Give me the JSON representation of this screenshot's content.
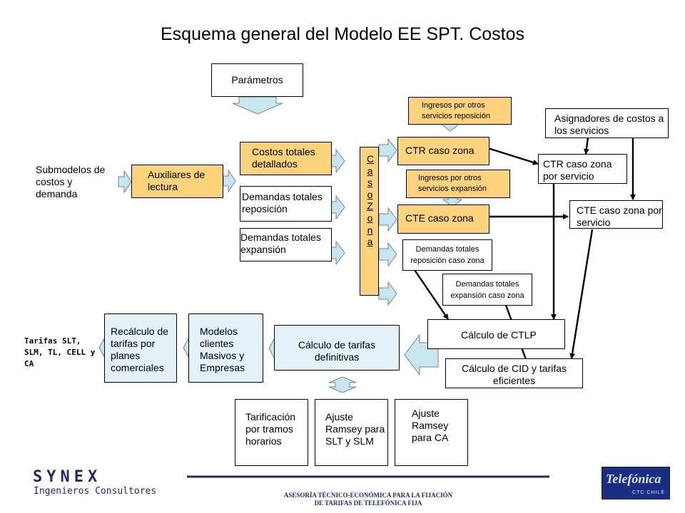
{
  "title": "Esquema general del Modelo EE SPT. Costos",
  "nodes": {
    "parametros": "Parámetros",
    "submodelos": "Submodelos de costos y demanda",
    "auxiliares": "Auxiliares de lectura",
    "costos_totales": "Costos totales detallados",
    "demandas_reposicion": "Demandas totales reposición",
    "demandas_expansion": "Demandas totales expansión",
    "caso_zona": "Caso Zona",
    "ingresos_reposicion": "Ingresos por otros servicios reposición",
    "ctr_caso_zona": "CTR caso zona",
    "ingresos_expansion": "Ingresos por otros servicios expansión",
    "cte_caso_zona": "CTE caso zona",
    "asignadores": "Asignadores de costos a los servicios",
    "ctr_por_servicio": "CTR caso zona por servicio",
    "cte_por_servicio": "CTE caso zona por servicio",
    "dem_rep_caso_zona": "Demandas totales reposición caso zona",
    "dem_exp_caso_zona": "Demandas totales expansión caso zona",
    "calculo_ctlp": "Cálculo de CTLP",
    "calculo_cid": "Cálculo de CID y tarifas eficientes",
    "calculo_tarifas": "Cálculo de tarifas definitivas",
    "modelos_clientes": "Modelos clientes Masivos y Empresas",
    "recalculo": "Recálculo de tarifas por planes comerciales",
    "tarifas_slt": "Tarifas SLT, SLM, TL, CELL y CA",
    "tarificacion": "Tarificación por tramos horarios",
    "ramsey_slt": "Ajuste Ramsey para SLT y SLM",
    "ramsey_ca": "Ajuste Ramsey para CA"
  },
  "footer": {
    "synex": "SYNEX",
    "synex_sub": "Ingenieros Consultores",
    "line1": "ASESORÍA TÉCNICO-ECONÓMICA PARA LA FIJACIÓN",
    "line2": "DE TARIFAS DE TELEFÓNICA FIJA",
    "telefonica": "Telefónica",
    "ctc": "CTC CHILE"
  },
  "colors": {
    "yellow": "#fcd37c",
    "light_blue": "#e4f1f9",
    "arrow_fill": "#c8e6ef",
    "navy": "#1f2a6b"
  }
}
